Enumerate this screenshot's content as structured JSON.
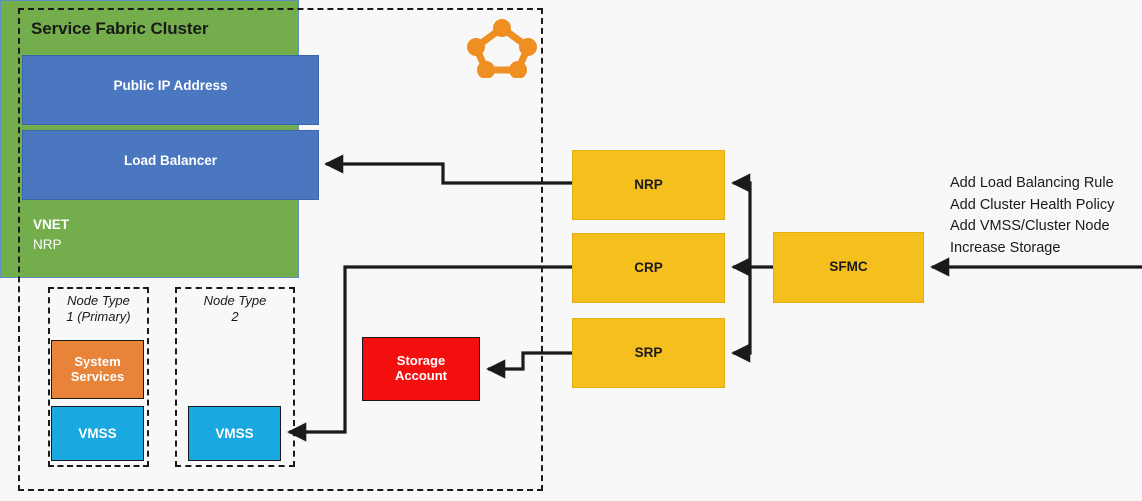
{
  "cluster": {
    "title": "Service Fabric Cluster",
    "logo_icon": "service-fabric-logo-icon",
    "public_ip": {
      "label": "Public IP Address"
    },
    "load_balancer": {
      "label": "Load Balancer"
    },
    "vnet": {
      "label": "VNET",
      "sublabel": "NRP",
      "node_types": [
        {
          "label": "Node Type\n1 (Primary)",
          "services": [
            {
              "label": "System\nServices",
              "kind": "system-services"
            },
            {
              "label": "VMSS",
              "kind": "vmss"
            }
          ]
        },
        {
          "label": "Node Type\n2",
          "services": [
            {
              "label": "VMSS",
              "kind": "vmss"
            }
          ]
        }
      ]
    }
  },
  "storage": {
    "label": "Storage\nAccount"
  },
  "providers": [
    {
      "id": "nrp",
      "label": "NRP"
    },
    {
      "id": "crp",
      "label": "CRP"
    },
    {
      "id": "srp",
      "label": "SRP"
    }
  ],
  "management": {
    "label": "SFMC"
  },
  "actions": [
    "Add Load Balancing Rule",
    "Add Cluster Health Policy",
    "Add VMSS/Cluster Node",
    "Increase Storage"
  ],
  "colors": {
    "azure_blue": "#4a77c0",
    "vnet_green": "#74ad4c",
    "provider_yellow": "#f5c01d",
    "storage_red": "#f40f0f",
    "system_services_orange": "#e8833a",
    "vmss_cyan": "#1aa8e0",
    "logo_orange": "#ef8f22",
    "wire_black": "#1a1a1a",
    "canvas_background": "#f8f8f8"
  }
}
